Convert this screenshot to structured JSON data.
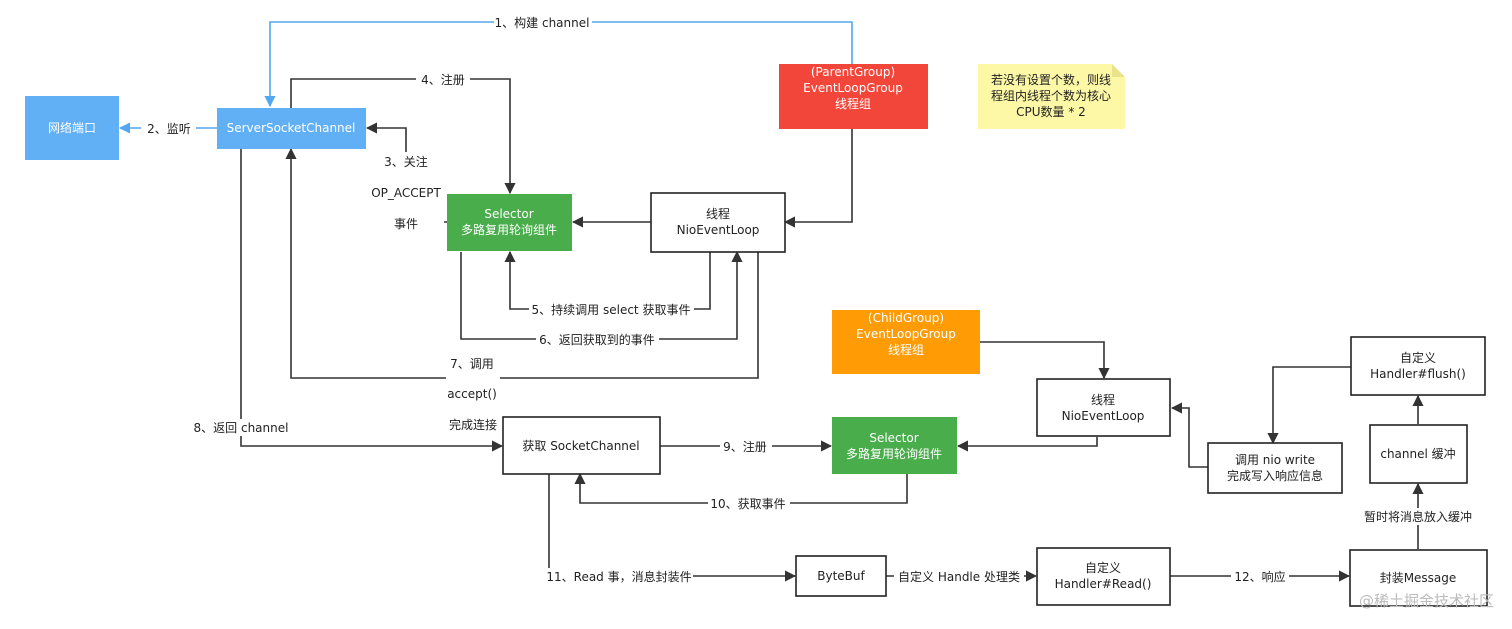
{
  "colors": {
    "blue_box": "#61b0f5",
    "red_box": "#f2463a",
    "orange_box": "#ff9b05",
    "green_box": "#49ad4c",
    "note_bg": "#fdf8a6",
    "blue_line": "#52a7ee",
    "dark_line": "#333333"
  },
  "nodes": {
    "network_port": {
      "lines": [
        "网络端口"
      ]
    },
    "server_socket_channel": {
      "lines": [
        "ServerSocketChannel"
      ]
    },
    "parent_group": {
      "lines": [
        "(ParentGroup)",
        "EventLoopGroup",
        "",
        "线程组"
      ]
    },
    "note": {
      "lines": [
        "若没有设置个数，则线",
        "程组内线程个数为核心",
        "CPU数量 * 2"
      ]
    },
    "selector_top": {
      "lines": [
        "Selector",
        "多路复用轮询组件"
      ]
    },
    "thread_top": {
      "lines": [
        "线程",
        "NioEventLoop"
      ]
    },
    "child_group": {
      "lines": [
        "(ChildGroup)",
        "EventLoopGroup",
        "",
        "线程组"
      ]
    },
    "thread_bottom": {
      "lines": [
        "线程",
        "NioEventLoop"
      ]
    },
    "flush_handler": {
      "lines": [
        "自定义",
        "Handler#flush()"
      ]
    },
    "get_socket_channel": {
      "lines": [
        "获取 SocketChannel"
      ]
    },
    "selector_bottom": {
      "lines": [
        "Selector",
        "多路复用轮询组件"
      ]
    },
    "nio_write": {
      "lines": [
        "调用 nio write",
        "完成写入响应信息"
      ]
    },
    "channel_buffer": {
      "lines": [
        "channel 缓冲"
      ]
    },
    "bytebuf": {
      "lines": [
        "ByteBuf"
      ]
    },
    "read_handler": {
      "lines": [
        "自定义",
        "Handler#Read()"
      ]
    },
    "wrap_message": {
      "lines": [
        "封装Message"
      ]
    }
  },
  "edge_labels": {
    "build_channel": "1、构建 channel",
    "listen": "2、监听",
    "focus_1": "3、关注",
    "focus_2": "OP_ACCEPT",
    "focus_3": "事件",
    "register_top": "4、注册",
    "poll_select": "5、持续调用 select 获取事件",
    "return_events": "6、返回获取到的事件",
    "call_accept_1": "7、调用",
    "call_accept_2": "accept()",
    "complete_conn": "完成连接",
    "return_channel": "8、返回 channel",
    "register_bottom": "9、注册",
    "get_events": "10、获取事件",
    "read_event": "11、Read 事，消息封装件",
    "custom_handle": "自定义 Handle 处理类",
    "respond": "12、响应",
    "buffer_msg": "暂时将消息放入缓冲"
  },
  "watermark": "@稀土掘金技术社区"
}
